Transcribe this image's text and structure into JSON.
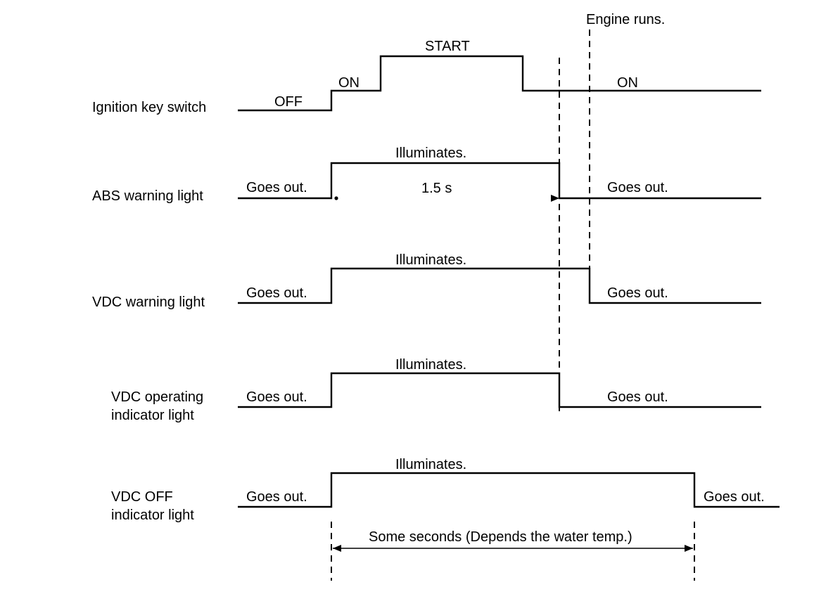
{
  "markers": {
    "engine_runs": "Engine runs."
  },
  "rows": {
    "ignition": {
      "label": "Ignition key switch",
      "states": {
        "off": "OFF",
        "on_first": "ON",
        "start": "START",
        "on_second": "ON"
      }
    },
    "abs_warning": {
      "label": "ABS warning light",
      "before": "Goes out.",
      "during": "Illuminates.",
      "after": "Goes out.",
      "duration": "1.5 s"
    },
    "vdc_warning": {
      "label": "VDC warning light",
      "before": "Goes out.",
      "during": "Illuminates.",
      "after": "Goes out."
    },
    "vdc_operating": {
      "label_line1": "VDC operating",
      "label_line2": "indicator light",
      "before": "Goes out.",
      "during": "Illuminates.",
      "after": "Goes out."
    },
    "vdc_off": {
      "label_line1": "VDC OFF",
      "label_line2": "indicator light",
      "before": "Goes out.",
      "during": "Illuminates.",
      "after": "Goes out.",
      "duration": "Some seconds (Depends the water temp.)"
    }
  }
}
